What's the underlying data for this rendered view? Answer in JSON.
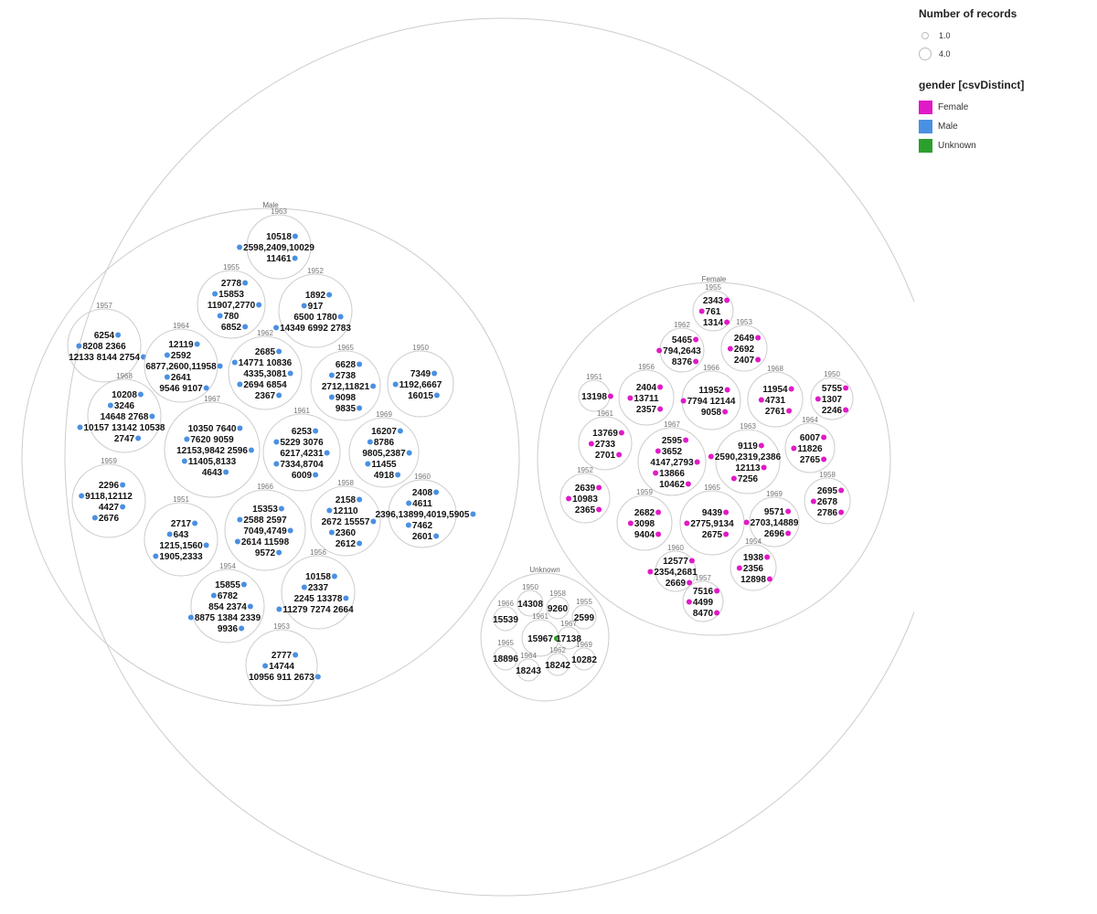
{
  "legend": {
    "size_title": "Number of records",
    "size_items": [
      "1.0",
      "4.0"
    ],
    "color_title": "gender [csvDistinct]",
    "color_items": [
      {
        "label": "Female",
        "color": "#e01ac6"
      },
      {
        "label": "Male",
        "color": "#4a90e2"
      },
      {
        "label": "Unknown",
        "color": "#2ca02c"
      }
    ]
  },
  "chart_data": {
    "type": "packed-bubble",
    "size_measure": "Number of records",
    "color_measure": "gender [csvDistinct]",
    "groups": [
      {
        "name": "Male",
        "color": "#4a90e2",
        "years": [
          {
            "year": "1963",
            "lines": [
              "10518",
              "2598,2409,10029",
              "11461"
            ]
          },
          {
            "year": "1955",
            "lines": [
              "2778",
              "15853",
              "11907,2770",
              "780",
              "6852"
            ]
          },
          {
            "year": "1952",
            "lines": [
              "1892",
              "917",
              "6500 1780",
              "14349 6992 2783"
            ]
          },
          {
            "year": "1957",
            "lines": [
              "6254",
              "8208 2366",
              "12133 8144 2754"
            ]
          },
          {
            "year": "1964",
            "lines": [
              "12119",
              "2592",
              "6877,2600,11958",
              "2641",
              "9546 9107"
            ]
          },
          {
            "year": "1962",
            "lines": [
              "2685",
              "14771 10836",
              "4335,3081",
              "2694 6854",
              "2367"
            ]
          },
          {
            "year": "1965",
            "lines": [
              "6628",
              "2738",
              "2712,11821",
              "9098",
              "9835"
            ]
          },
          {
            "year": "1950",
            "lines": [
              "7349",
              "1192,6667",
              "16015"
            ]
          },
          {
            "year": "1968",
            "lines": [
              "10208",
              "3246",
              "14648 2768",
              "10157 13142 10538",
              "2747"
            ]
          },
          {
            "year": "1967",
            "lines": [
              "10350 7640",
              "7620 9059",
              "12153,9842 2596",
              "11405,8133",
              "4643"
            ]
          },
          {
            "year": "1961",
            "lines": [
              "6253",
              "5229 3076",
              "6217,4231",
              "7334,8704",
              "6009"
            ]
          },
          {
            "year": "1969",
            "lines": [
              "16207",
              "8786",
              "9805,2387",
              "11455",
              "4918"
            ]
          },
          {
            "year": "1959",
            "lines": [
              "2296",
              "9118,12112",
              "4427",
              "2676"
            ]
          },
          {
            "year": "1951",
            "lines": [
              "2717",
              "643",
              "1215,1560",
              "1905,2333"
            ]
          },
          {
            "year": "1966",
            "lines": [
              "15353",
              "2588 2597",
              "7049,4749",
              "2614 11598",
              "9572"
            ]
          },
          {
            "year": "1958",
            "lines": [
              "2158",
              "12110",
              "2672 15557",
              "2360",
              "2612"
            ]
          },
          {
            "year": "1960",
            "lines": [
              "2408",
              "4611",
              "2396,13899,4019,5905",
              "7462",
              "2601"
            ]
          },
          {
            "year": "1954",
            "lines": [
              "15855",
              "6782",
              "854 2374",
              "8875 1384 2339",
              "9936"
            ]
          },
          {
            "year": "1956",
            "lines": [
              "10158",
              "2337",
              "2245 13378",
              "11279 7274 2664"
            ]
          },
          {
            "year": "1953",
            "lines": [
              "2777",
              "14744",
              "10956 911 2673"
            ]
          }
        ]
      },
      {
        "name": "Female",
        "color": "#e01ac6",
        "years": [
          {
            "year": "1955",
            "lines": [
              "2343",
              "761",
              "1314"
            ]
          },
          {
            "year": "1962",
            "lines": [
              "5465",
              "794,2643",
              "8376"
            ]
          },
          {
            "year": "1953",
            "lines": [
              "2649",
              "2692",
              "2407"
            ]
          },
          {
            "year": "1951",
            "lines": [
              "13198"
            ]
          },
          {
            "year": "1956",
            "lines": [
              "2404",
              "13711",
              "2357"
            ]
          },
          {
            "year": "1966",
            "lines": [
              "11952",
              "7794 12144",
              "9058"
            ]
          },
          {
            "year": "1968",
            "lines": [
              "11954",
              "4731",
              "2761"
            ]
          },
          {
            "year": "1950",
            "lines": [
              "5755",
              "1307",
              "2246"
            ]
          },
          {
            "year": "1961",
            "lines": [
              "13769",
              "2733",
              "2701"
            ]
          },
          {
            "year": "1967",
            "lines": [
              "2595",
              "3652",
              "4147,2793",
              "13866",
              "10462"
            ]
          },
          {
            "year": "1963",
            "lines": [
              "9119",
              "2590,2319,2386",
              "12113",
              "7256"
            ]
          },
          {
            "year": "1964",
            "lines": [
              "6007",
              "11826",
              "2765"
            ]
          },
          {
            "year": "1952",
            "lines": [
              "2639",
              "10983",
              "2365"
            ]
          },
          {
            "year": "1959",
            "lines": [
              "2682",
              "3098",
              "9404"
            ]
          },
          {
            "year": "1965",
            "lines": [
              "9439",
              "2775,9134",
              "2675"
            ]
          },
          {
            "year": "1969",
            "lines": [
              "9571",
              "2703,14889",
              "2696"
            ]
          },
          {
            "year": "1958",
            "lines": [
              "2695",
              "2678",
              "2786"
            ]
          },
          {
            "year": "1960",
            "lines": [
              "12577",
              "2354,2681",
              "2669"
            ]
          },
          {
            "year": "1954",
            "lines": [
              "1938",
              "2356",
              "12898"
            ]
          },
          {
            "year": "1957",
            "lines": [
              "7516",
              "4499",
              "8470"
            ]
          }
        ]
      },
      {
        "name": "Unknown",
        "color": "#2ca02c",
        "years": [
          {
            "year": "1966",
            "lines": [
              "15539"
            ]
          },
          {
            "year": "1950",
            "lines": [
              "14308"
            ]
          },
          {
            "year": "1958",
            "lines": [
              "9260"
            ]
          },
          {
            "year": "1955",
            "lines": [
              "2599"
            ]
          },
          {
            "year": "1961",
            "lines": [
              "15967"
            ]
          },
          {
            "year": "1967",
            "lines": [
              "17138"
            ]
          },
          {
            "year": "1965",
            "lines": [
              "18896"
            ]
          },
          {
            "year": "1964",
            "lines": [
              "18243"
            ]
          },
          {
            "year": "1962",
            "lines": [
              "18242"
            ]
          },
          {
            "year": "1969",
            "lines": [
              "10282"
            ]
          }
        ]
      }
    ]
  }
}
